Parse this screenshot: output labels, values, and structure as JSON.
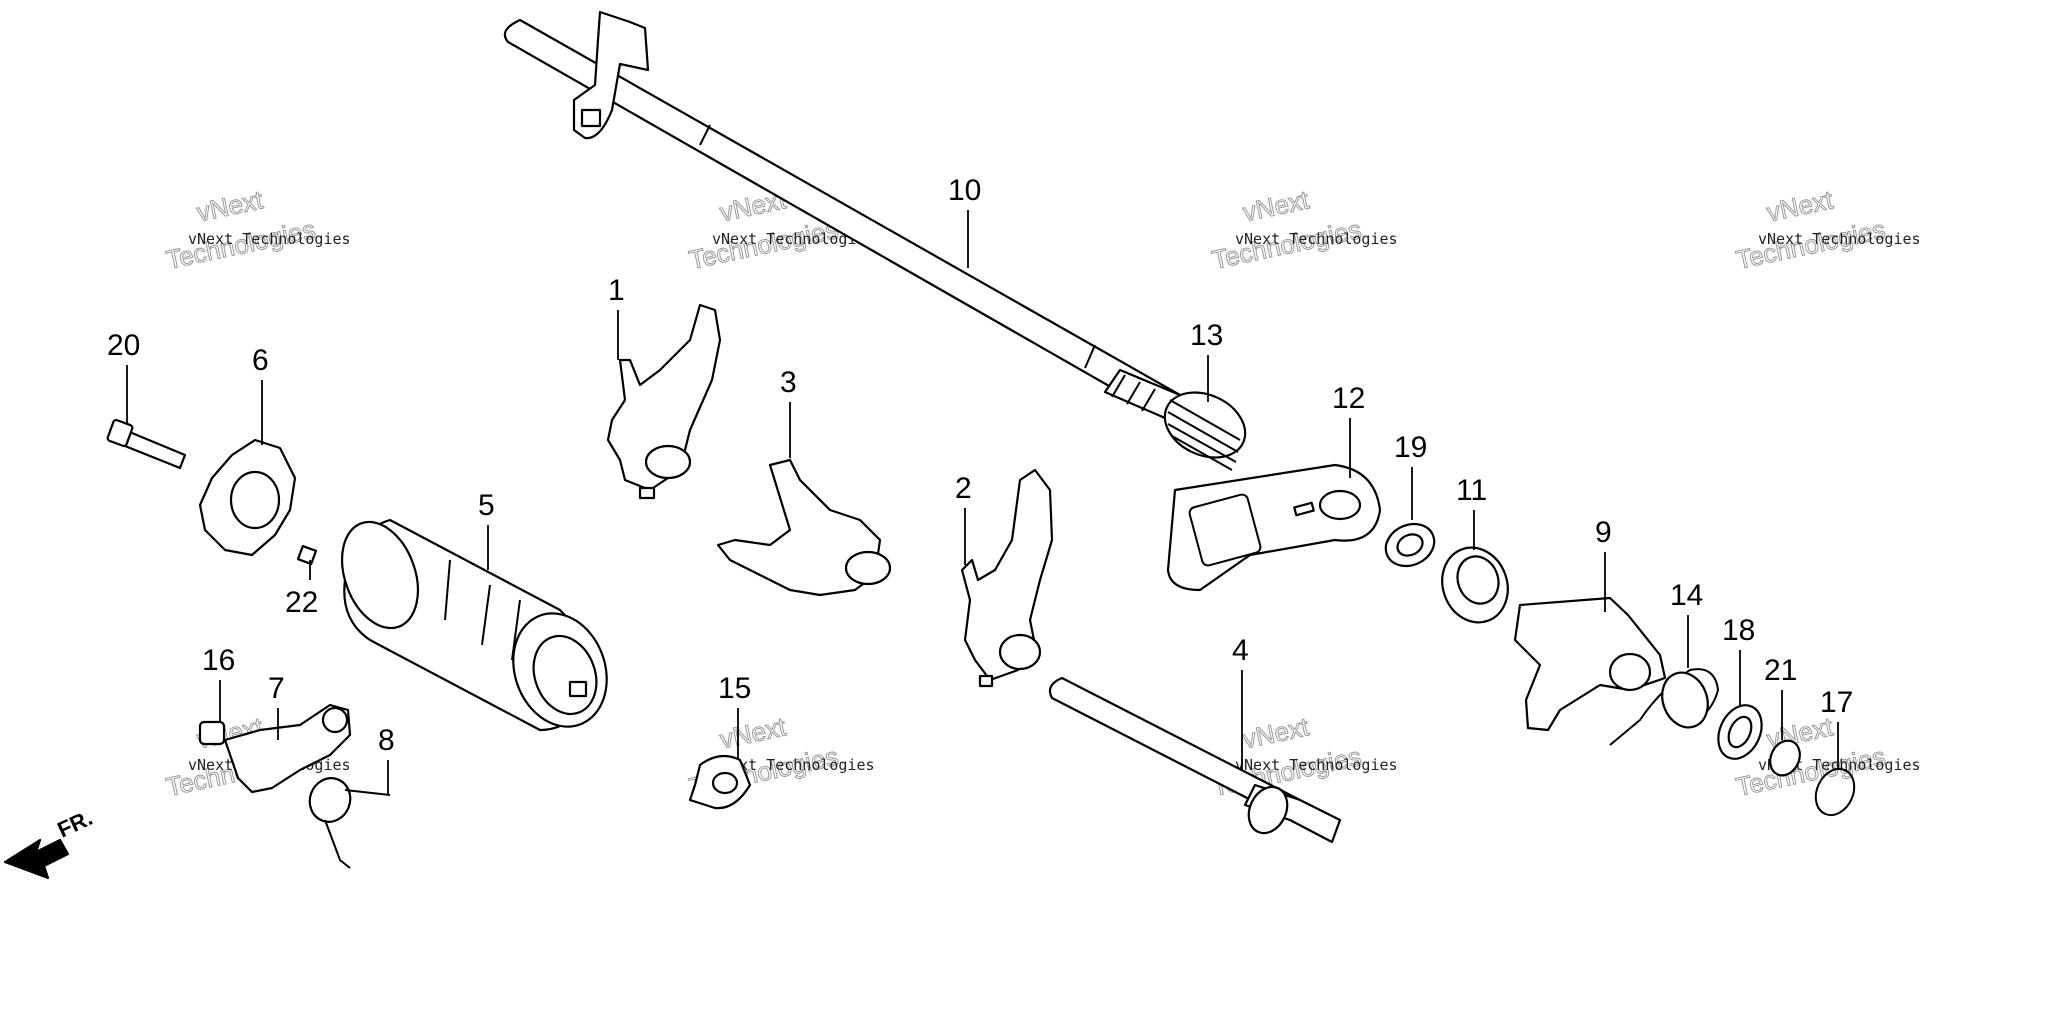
{
  "diagram": {
    "callouts": [
      "1",
      "2",
      "3",
      "4",
      "5",
      "6",
      "7",
      "8",
      "9",
      "10",
      "11",
      "12",
      "13",
      "14",
      "15",
      "16",
      "17",
      "18",
      "19",
      "20",
      "21",
      "22"
    ],
    "direction_label": "FR.",
    "watermark": {
      "company": "vNext Technologies",
      "line1": "vNext",
      "line2": "Technologies"
    }
  }
}
